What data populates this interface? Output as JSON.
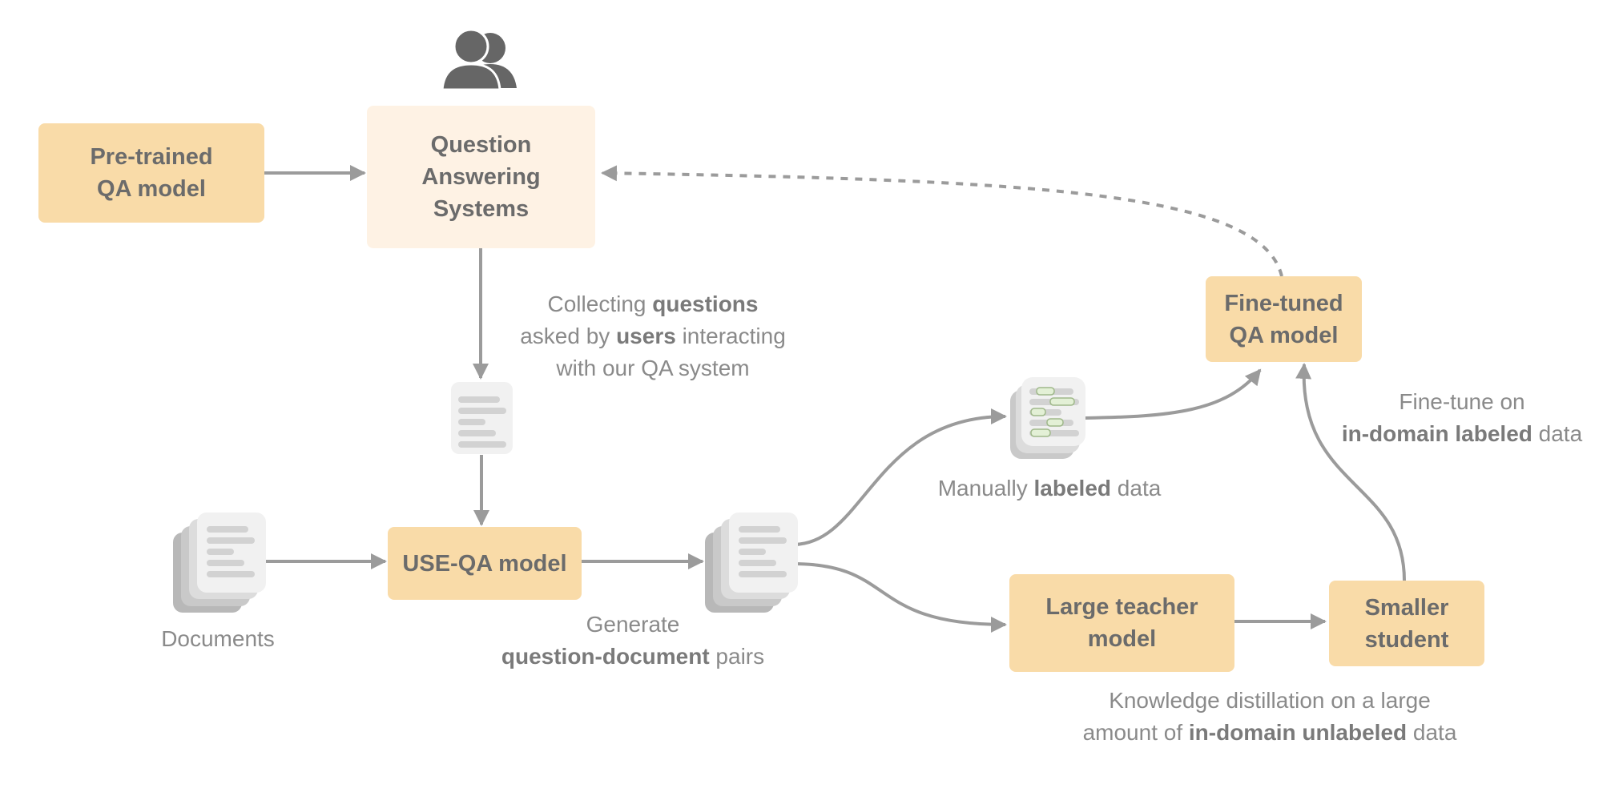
{
  "boxes": {
    "pretrained": [
      "Pre-trained",
      "QA model"
    ],
    "qa_systems": [
      "Question",
      "Answering",
      "Systems"
    ],
    "use_qa": [
      "USE-QA model"
    ],
    "finetuned": [
      "Fine-tuned",
      "QA model"
    ],
    "teacher": [
      "Large teacher",
      "model"
    ],
    "student": [
      "Smaller",
      "student"
    ]
  },
  "captions": {
    "collecting": {
      "l1_a": "Collecting ",
      "l1_b": "questions",
      "l2_a": "asked by ",
      "l2_b": "users",
      "l2_c": " interacting",
      "l3": "with our QA system"
    },
    "documents": "Documents",
    "generate": {
      "l1": "Generate",
      "l2_b": "question-document",
      "l2_c": " pairs"
    },
    "manual": {
      "a": "Manually ",
      "b": "labeled",
      "c": " data"
    },
    "finetune": {
      "l1": "Fine-tune on",
      "l2_b": "in-domain labeled",
      "l2_c": " data"
    },
    "kd": {
      "l1": "Knowledge distillation on a large",
      "l2_a": "amount of ",
      "l2_b": "in-domain unlabeled",
      "l2_c": " data"
    }
  },
  "colors": {
    "box_orange": "#f9dba8",
    "box_light": "#fef2e4",
    "arrow": "#9b9b9b",
    "text": "#6b6b6b",
    "caption": "#8a8a8a",
    "icon_dark": "#666666",
    "doc_gray": "#c9c9c9",
    "doc_light": "#f1f1f1",
    "label_green": "#e3f0d6"
  },
  "icons": [
    "users-icon",
    "document-icon",
    "document-stack-icon",
    "labeled-data-icon"
  ]
}
